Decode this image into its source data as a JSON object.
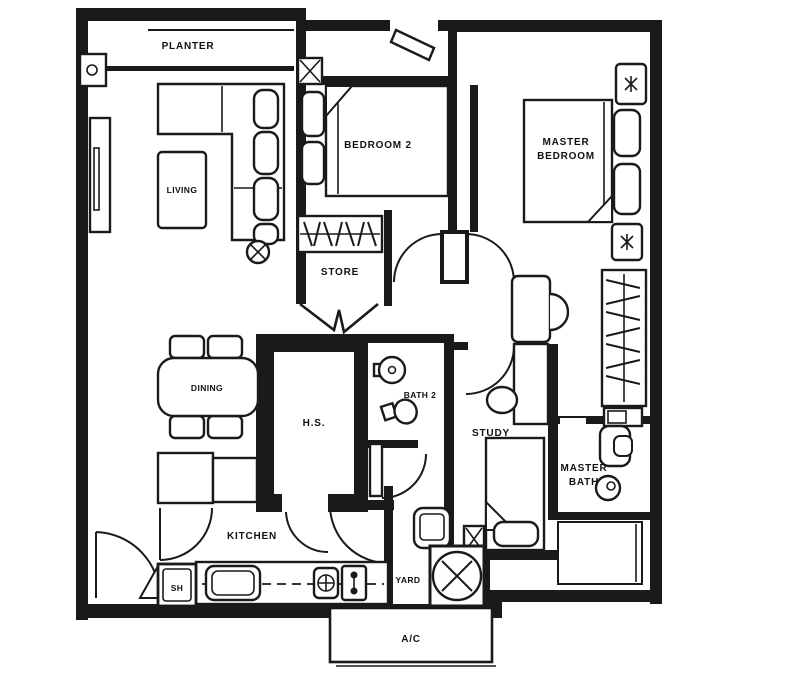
{
  "figure": "apartment-floor-plan",
  "colors": {
    "line": "#1a1a1a",
    "background": "#ffffff"
  },
  "labels": {
    "planter": "PLANTER",
    "living": "LIVING",
    "bedroom2": "BEDROOM 2",
    "master_bedroom_line1": "MASTER",
    "master_bedroom_line2": "BEDROOM",
    "store": "STORE",
    "dining": "DINING",
    "hs": "H.S.",
    "bath2": "BATH 2",
    "study": "STUDY",
    "master_bath_line1": "MASTER",
    "master_bath_line2": "BATH",
    "kitchen": "KITCHEN",
    "sh": "SH",
    "yard": "YARD",
    "ac": "A/C"
  },
  "visible_fixtures": [
    "l-shaped-sofa",
    "coffee-table",
    "round-side-table",
    "tv-console",
    "dining-table-with-4-chairs",
    "double-bed-bedroom2",
    "double-bed-master",
    "single-bed-study",
    "desk-and-chair",
    "wardrobe-bedroom2",
    "wardrobe-corridor",
    "store-bifold-door",
    "household-shelter",
    "washing-machine",
    "yard-sink",
    "kitchen-counter-sink",
    "cooker-hob",
    "wash-basin-bath2",
    "toilet-bath2",
    "wash-basin-master-bath",
    "toilet-master-bath",
    "entrance-door-leaf",
    "planter-drain-box",
    "door-swing-arcs"
  ]
}
